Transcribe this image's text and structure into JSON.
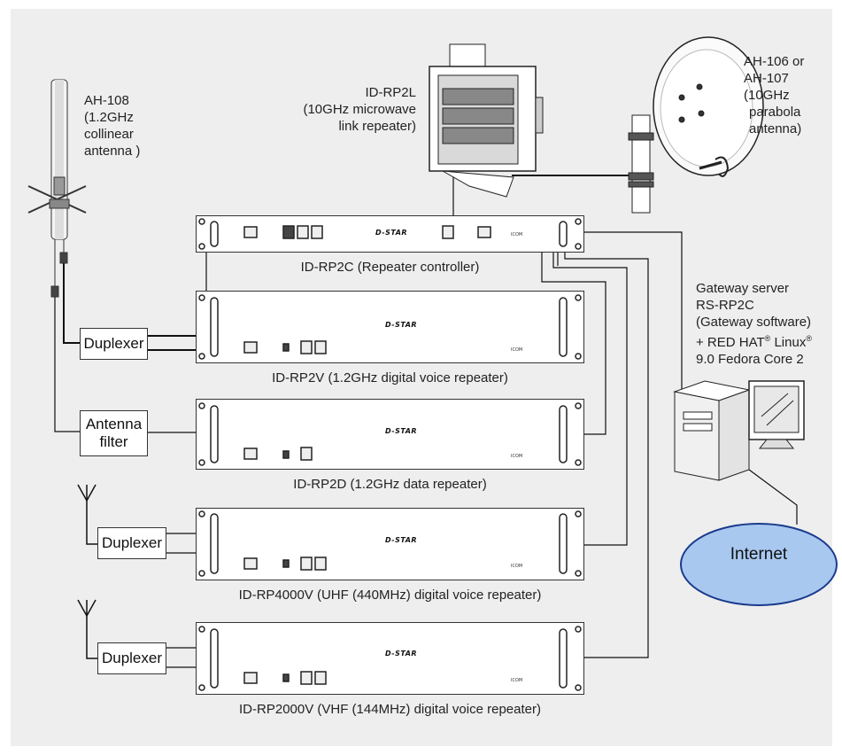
{
  "labels": {
    "ah108": [
      "AH-108",
      "(1.2GHz",
      "collinear",
      "antenna )"
    ],
    "idrp2l": [
      "ID-RP2L",
      "(10GHz microwave",
      "link repeater)"
    ],
    "ah106": [
      "AH-106 or",
      "AH-107",
      "(10GHz",
      "parabola",
      "antenna)"
    ],
    "gateway": {
      "line1": "Gateway server",
      "line2": "RS-RP2C",
      "line3": "(Gateway software)",
      "line4_a": "+ RED HAT",
      "line4_sup1": "®",
      "line4_b": " Linux",
      "line4_sup2": "®",
      "line5": "9.0 Fedora Core 2"
    },
    "internet": "Internet"
  },
  "units": {
    "rp2c": "ID-RP2C (Repeater controller)",
    "rp2v": "ID-RP2V (1.2GHz digital voice repeater)",
    "rp2d": "ID-RP2D (1.2GHz data repeater)",
    "rp4000v": "ID-RP4000V (UHF (440MHz) digital voice repeater)",
    "rp2000v": "ID-RP2000V (VHF (144MHz) digital voice repeater)"
  },
  "boxes": {
    "duplexer1": "Duplexer",
    "antenna_filter": [
      "Antenna",
      "filter"
    ],
    "duplexer2": "Duplexer",
    "duplexer3": "Duplexer"
  },
  "panel": {
    "brand": "D-STAR",
    "icom": "ICOM"
  }
}
